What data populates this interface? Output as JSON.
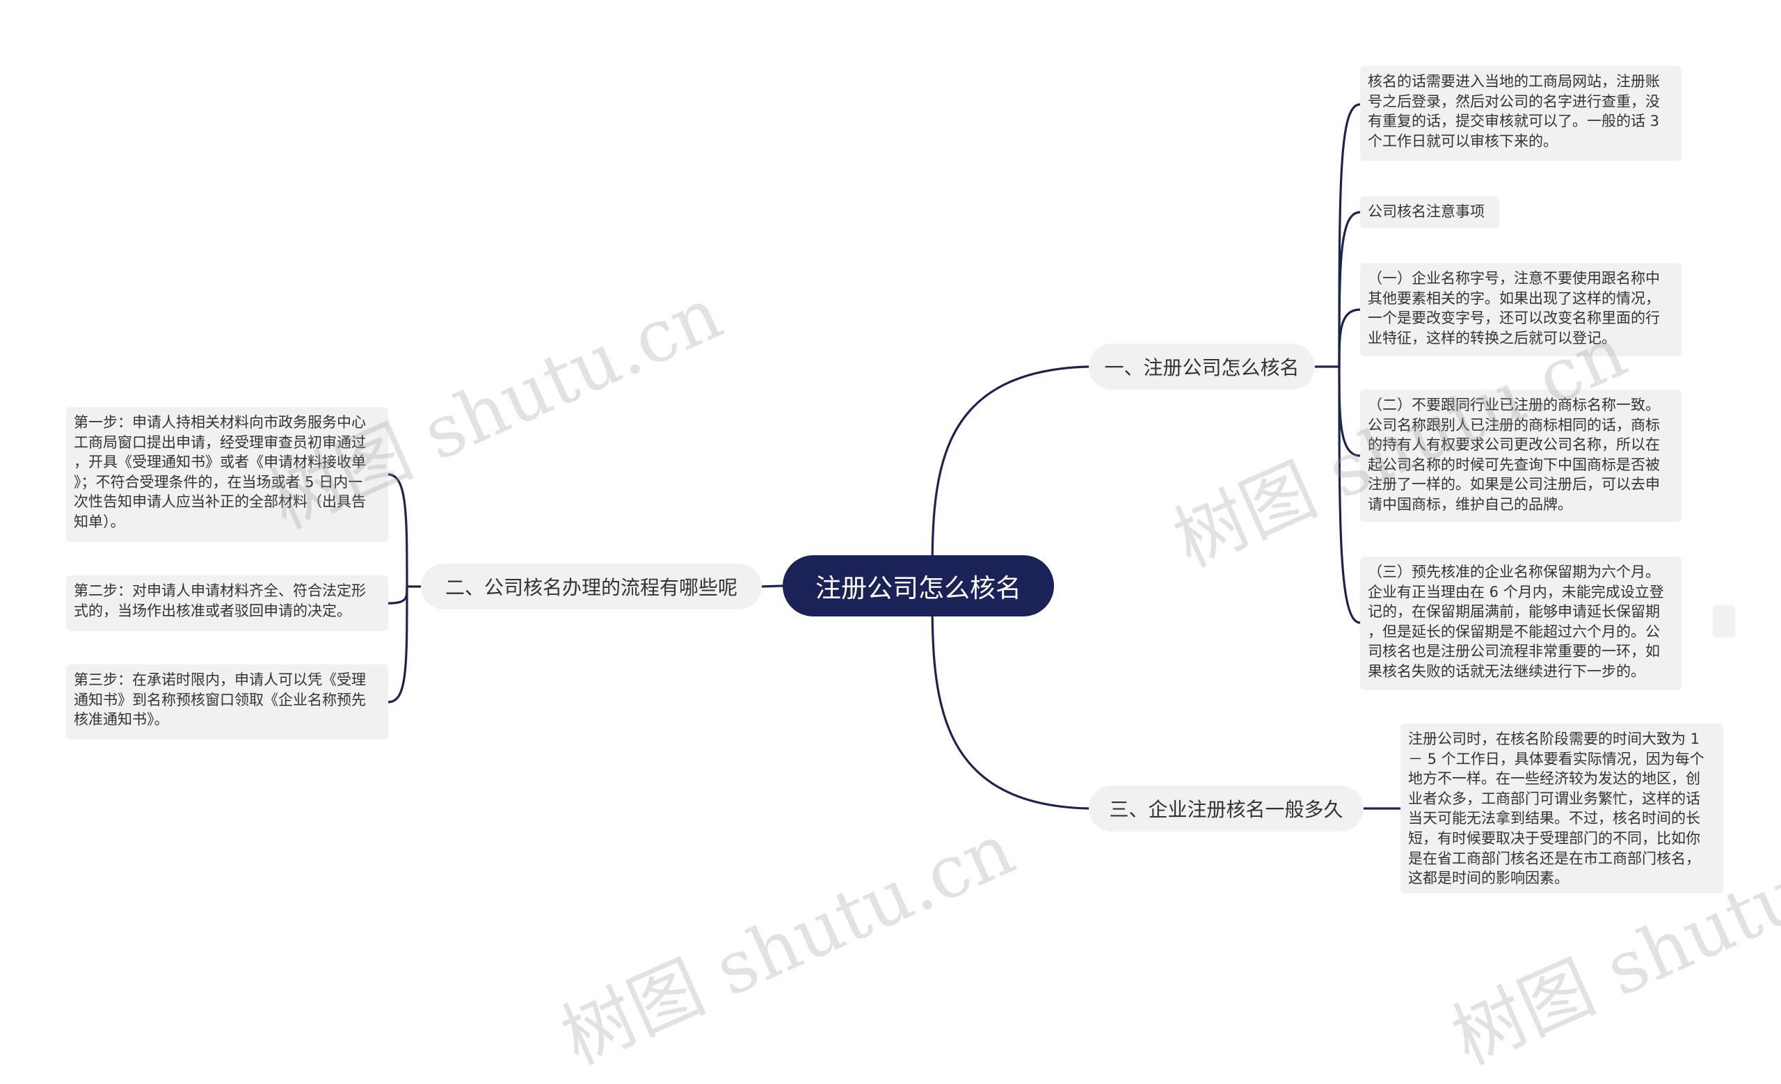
{
  "root": {
    "title": "注册公司怎么核名"
  },
  "branches": {
    "b1": "一、注册公司怎么核名",
    "b2": "二、公司核名办理的流程有哪些呢",
    "b3": "三、企业注册核名一般多久"
  },
  "leaves": {
    "l1": "核名的话需要进入当地的工商局网站，注册账\n号之后登录，然后对公司的名字进行查重，没\n有重复的话，提交审核就可以了。一般的话 3\n个工作日就可以审核下来的。",
    "l2": "公司核名注意事项",
    "l3": "（一）企业名称字号，注意不要使用跟名称中\n其他要素相关的字。如果出现了这样的情况，\n一个是要改变字号，还可以改变名称里面的行\n业特征，这样的转换之后就可以登记。",
    "l4": "（二）不要跟同行业已注册的商标名称一致。\n公司名称跟别人已注册的商标相同的话，商标\n的持有人有权要求公司更改公司名称，所以在\n起公司名称的时候可先查询下中国商标是否被\n注册了一样的。如果是公司注册后，可以去申\n请中国商标，维护自己的品牌。",
    "l5": "（三）预先核准的企业名称保留期为六个月。\n企业有正当理由在 6 个月内，未能完成设立登\n记的，在保留期届满前，能够申请延长保留期\n，但是延长的保留期是不能超过六个月的。公\n司核名也是注册公司流程非常重要的一环，如\n果核名失败的话就无法继续进行下一步的。",
    "l7": "注册公司时，在核名阶段需要的时间大致为 1\n－ 5 个工作日，具体要看实际情况，因为每个\n地方不一样。在一些经济较为发达的地区，创\n业者众多，工商部门可谓业务繁忙，这样的话\n当天可能无法拿到结果。不过，核名时间的长\n短，有时候要取决于受理部门的不同，比如你\n是在省工商部门核名还是在市工商部门核名，\n这都是时间的影响因素。",
    "la": "第一步：申请人持相关材料向市政务服务中心\n工商局窗口提出申请，经受理审查员初审通过\n，开具《受理通知书》或者《申请材料接收单\n》；不符合受理条件的，在当场或者 5 日内一\n次性告知申请人应当补正的全部材料（出具告\n知单）。",
    "lb": "第二步：对申请人申请材料齐全、符合法定形\n式的，当场作出核准或者驳回申请的决定。",
    "lc": "第三步：在承诺时限内，申请人可以凭《受理\n通知书》到名称预核窗口领取《企业名称预先\n核准通知书》。"
  },
  "watermark": "树图 shutu.cn",
  "colors": {
    "root_fill": "#1b2258",
    "connector": "#1c2352",
    "node_fill": "#f1f1f1",
    "text": "#333333"
  }
}
